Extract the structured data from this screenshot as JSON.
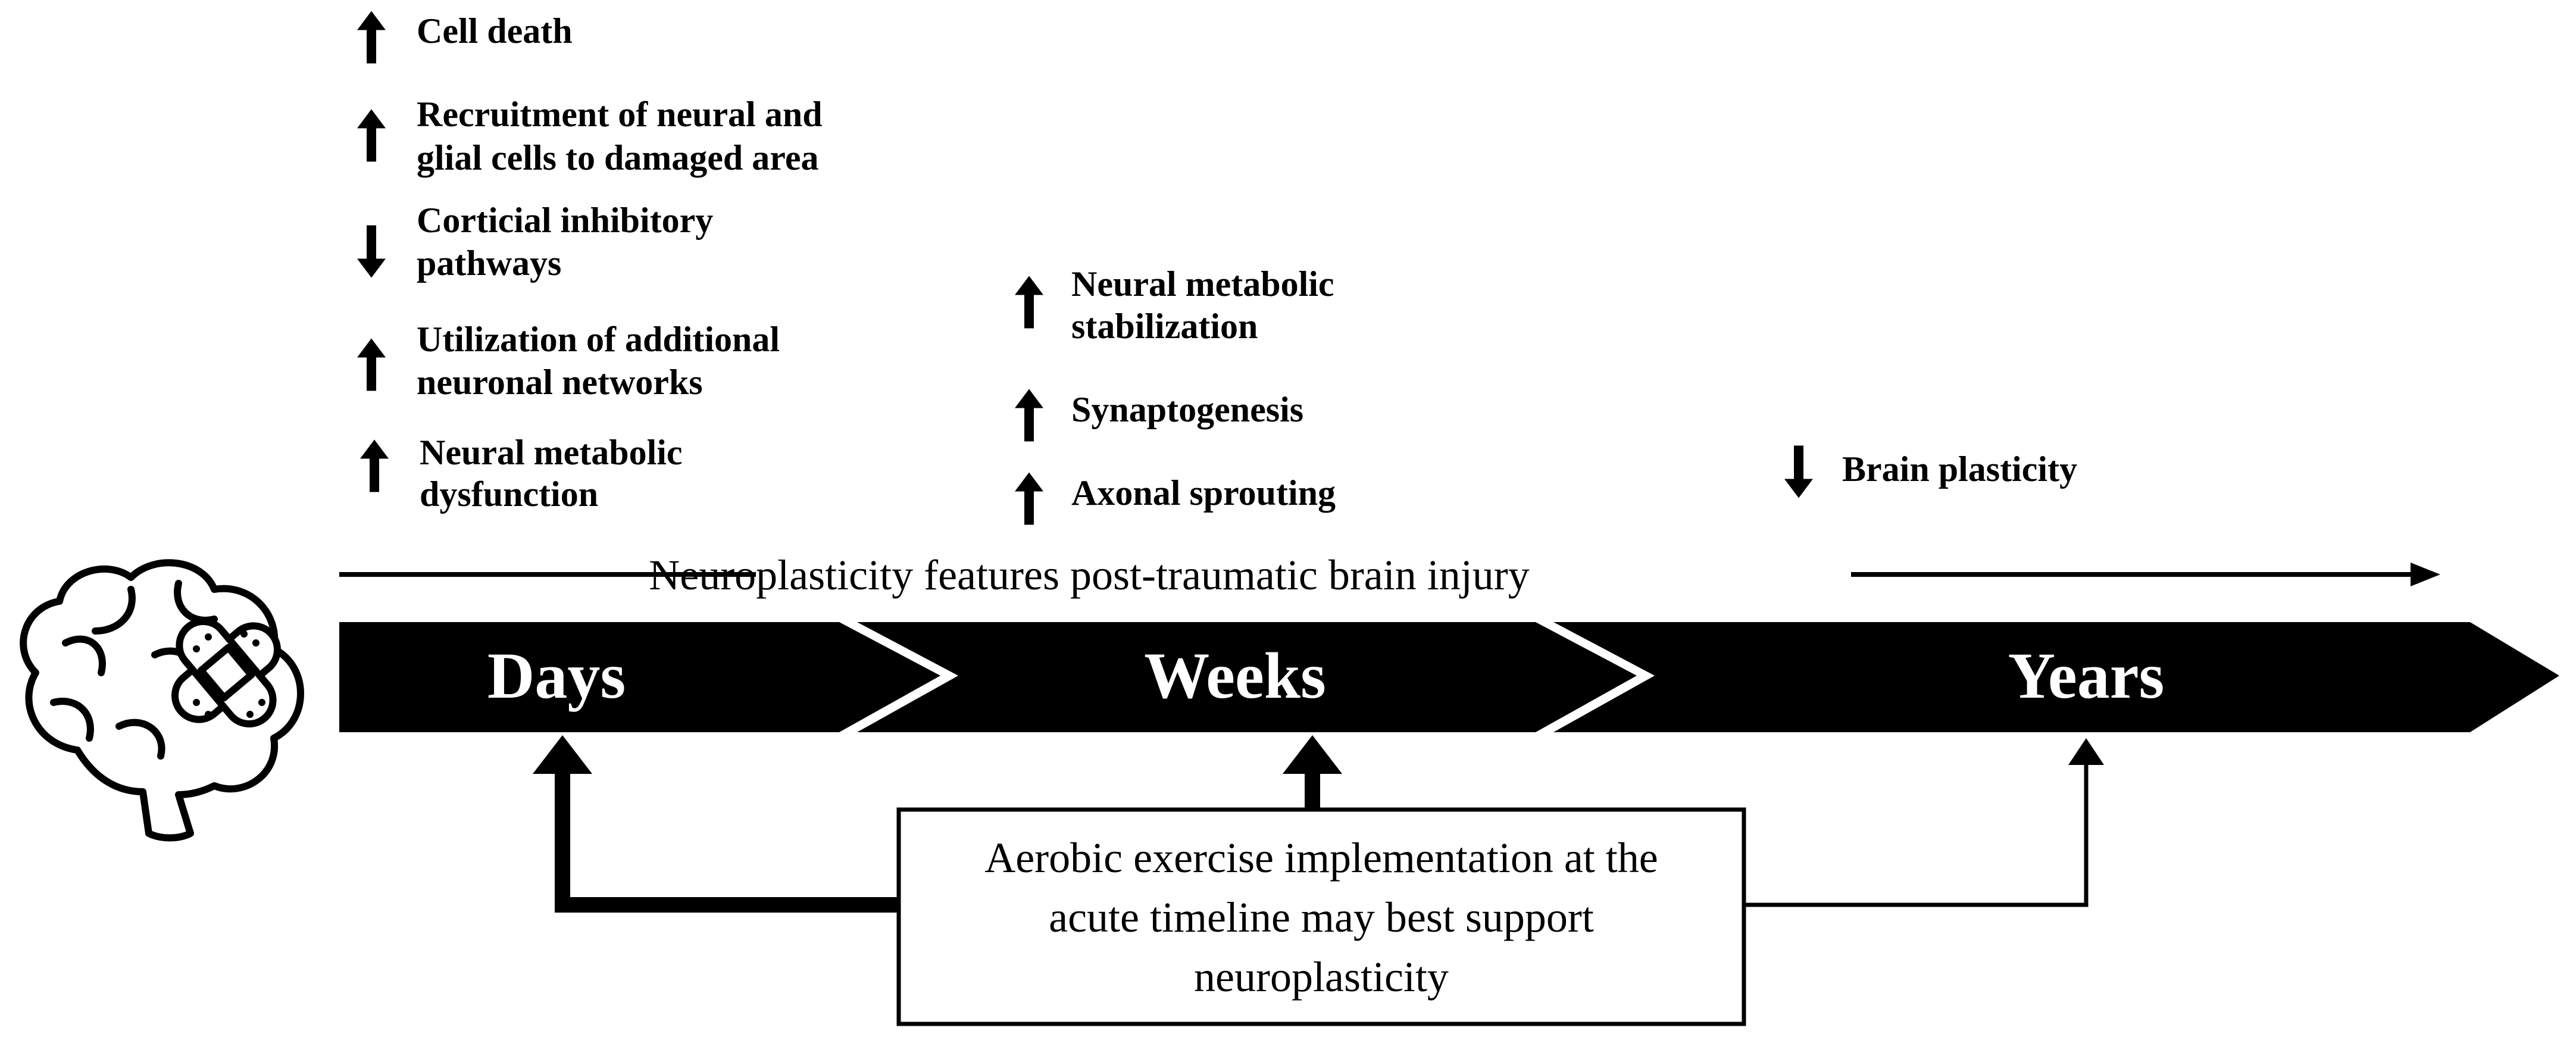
{
  "left_column": [
    {
      "direction": "up",
      "lines": [
        "Cell death"
      ]
    },
    {
      "direction": "up",
      "lines": [
        "Recruitment of neural and",
        "glial cells to damaged area"
      ]
    },
    {
      "direction": "down",
      "lines": [
        "Corticial inhibitory",
        "pathways"
      ]
    },
    {
      "direction": "up",
      "lines": [
        "Utilization of additional",
        "neuronal networks"
      ]
    },
    {
      "direction": "up",
      "lines": [
        "Neural metabolic",
        "dysfunction"
      ]
    }
  ],
  "middle_column": [
    {
      "direction": "up",
      "lines": [
        "Neural metabolic",
        "stabilization"
      ]
    },
    {
      "direction": "up",
      "lines": [
        "Synaptogenesis"
      ]
    },
    {
      "direction": "up",
      "lines": [
        "Axonal sprouting"
      ]
    }
  ],
  "right_column": [
    {
      "direction": "down",
      "lines": [
        "Brain plasticity"
      ]
    }
  ],
  "timeline": {
    "title": "Neuroplasticity features post-traumatic brain injury",
    "phases": [
      "Days",
      "Weeks",
      "Years"
    ]
  },
  "box": {
    "lines": [
      "Aerobic exercise implementation at the",
      "acute timeline may best support",
      "neuroplasticity"
    ]
  },
  "icons": {
    "brain": "brain-with-bandage-icon",
    "up": "arrow-up-icon",
    "down": "arrow-down-icon"
  }
}
